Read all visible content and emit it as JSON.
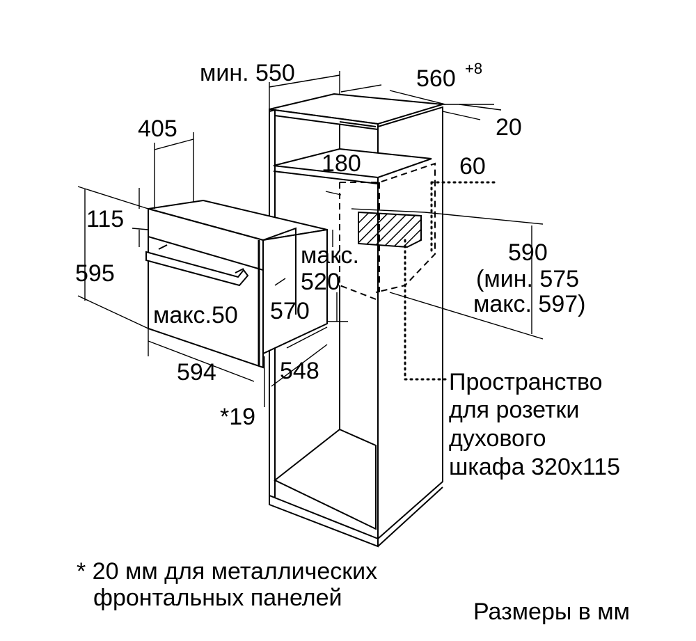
{
  "dimensions": {
    "min_550": "мин. 550",
    "w_560": "560",
    "w_560_tol": "+8",
    "d_20": "20",
    "d_405": "405",
    "h_180": "180",
    "d_60": "60",
    "h_115": "115",
    "h_595": "595",
    "max_520_a": "макс.",
    "max_520_b": "520",
    "h_590": "590",
    "h_590_min": "(мин. 575",
    "h_590_max": "макс. 597)",
    "max_50": "макс.50",
    "d_570": "570",
    "w_594": "594",
    "d_548": "548",
    "d_19": "*19"
  },
  "socket_note": [
    "Пространство",
    "для розетки",
    "духового",
    "шкафа 320x115"
  ],
  "footnote": [
    "* 20 мм для металлических",
    "фронтальных панелей"
  ],
  "units_note": "Размеры в мм"
}
